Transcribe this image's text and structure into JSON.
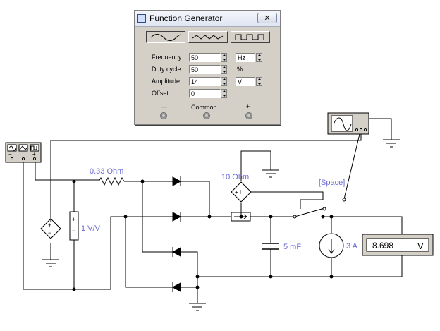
{
  "window": {
    "title": "Function Generator",
    "close_label": "✕"
  },
  "generator": {
    "waveforms": [
      {
        "name": "sine",
        "selected": true
      },
      {
        "name": "triangle",
        "selected": false
      },
      {
        "name": "square",
        "selected": false
      }
    ],
    "frequency_label": "Frequency",
    "frequency_value": "50",
    "frequency_unit": "Hz",
    "duty_label": "Duty cycle",
    "duty_value": "50",
    "duty_unit": "%",
    "amplitude_label": "Amplitude",
    "amplitude_value": "14",
    "amplitude_unit": "V",
    "offset_label": "Offset",
    "offset_value": "0",
    "terminal_minus": "—",
    "terminal_common": "Common",
    "terminal_plus": "+"
  },
  "circuit": {
    "resistor_label": "0.33  Ohm",
    "vcvs_label": "1 V/V",
    "ccvs_label": "10  Ohm",
    "switch_label": "[Space]",
    "capacitor_label": "5 mF",
    "current_source_label": "3 A",
    "meter_value": "8.698",
    "meter_unit": "V",
    "small_source_minus": "−",
    "small_source_plus": "+"
  }
}
